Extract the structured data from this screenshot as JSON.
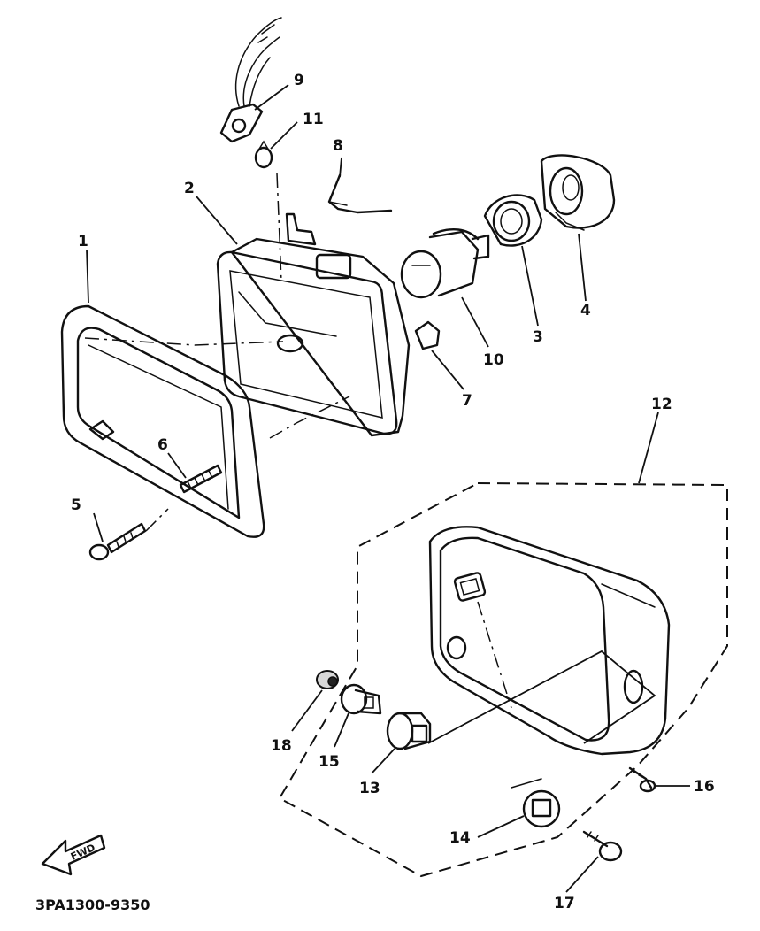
{
  "callouts": {
    "c1": "1",
    "c2": "2",
    "c3": "3",
    "c4": "4",
    "c5": "5",
    "c6": "6",
    "c7": "7",
    "c8": "8",
    "c9": "9",
    "c10": "10",
    "c11": "11",
    "c12": "12",
    "c13": "13",
    "c14": "14",
    "c15": "15",
    "c16": "16",
    "c17": "17",
    "c18": "18"
  },
  "fwd_label": "FWD",
  "drawing_code": "3PA1300-9350"
}
